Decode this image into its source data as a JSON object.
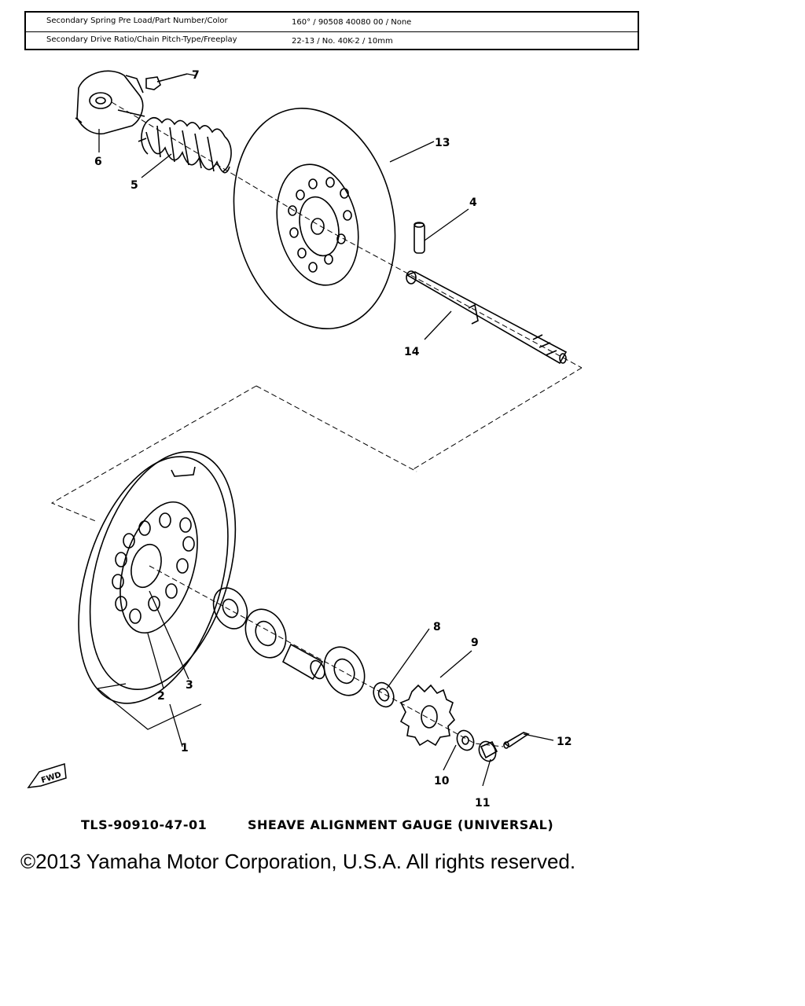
{
  "spec_table": {
    "rows": [
      {
        "label": "Secondary Spring Pre Load/Part Number/Color",
        "value": "160° / 90508 40080 00 / None"
      },
      {
        "label": "Secondary Drive Ratio/Chain Pitch-Type/Freeplay",
        "value": "22-13 / No. 40K-2 / 10mm"
      }
    ]
  },
  "callouts": {
    "c1": "1",
    "c2": "2",
    "c3": "3",
    "c4": "4",
    "c5": "5",
    "c6": "6",
    "c7": "7",
    "c8": "8",
    "c9": "9",
    "c10": "10",
    "c11": "11",
    "c12": "12",
    "c13": "13",
    "c14": "14"
  },
  "fwd_mark": "FWD",
  "caption": {
    "tool_number": "TLS-90910-47-01",
    "tool_name": "SHEAVE ALIGNMENT GAUGE (UNIVERSAL)"
  },
  "copyright": "©2013 Yamaha Motor Corporation, U.S.A. All rights reserved."
}
